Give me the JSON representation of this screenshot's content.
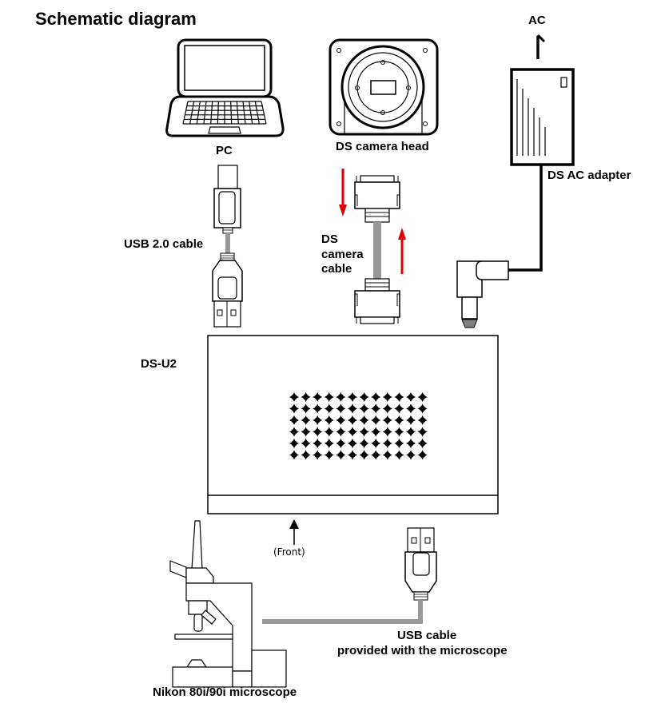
{
  "title": "Schematic diagram",
  "labels": {
    "pc": "PC",
    "camera_head": "DS camera head",
    "ac": "AC",
    "ac_adapter": "DS AC adapter",
    "usb20_cable": "USB 2.0 cable",
    "camera_cable_line1": "DS",
    "camera_cable_line2": "camera",
    "camera_cable_line3": "cable",
    "ds_u2": "DS-U2",
    "front": "(Front)",
    "usb_cable_line1": "USB cable",
    "usb_cable_line2": "provided with the microscope",
    "microscope": "Nikon 80i/90i microscope"
  },
  "vent_grid": {
    "columns": 12,
    "rows": 6
  },
  "colors": {
    "line": "#000000",
    "cable_gray": "#999999",
    "arrow_red": "#e00000",
    "tip_gray": "#808080"
  }
}
